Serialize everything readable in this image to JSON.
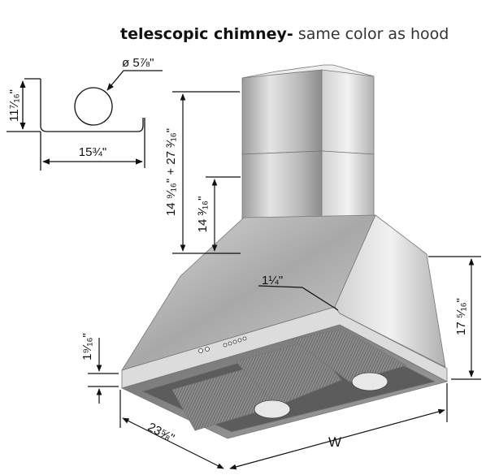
{
  "title": {
    "bold": "telescopic chimney-",
    "rest": " same color as hood"
  },
  "duct_detail": {
    "diameter_label": "ø 5⅞\"",
    "height_label": "11⁷⁄₁₆\"",
    "width_label": "15¾\""
  },
  "dimensions": {
    "chimney_total": "14 ⁹⁄₁₆\" + 27 ³⁄₁₆\"",
    "chimney_lower": "14 ³⁄₁₆\"",
    "trim": "1¼\"",
    "hood_height": "17 ⁵⁄₁₆\"",
    "front_band": "1⁹⁄₁₆\"",
    "depth": "23⅝\"",
    "width": "W"
  }
}
